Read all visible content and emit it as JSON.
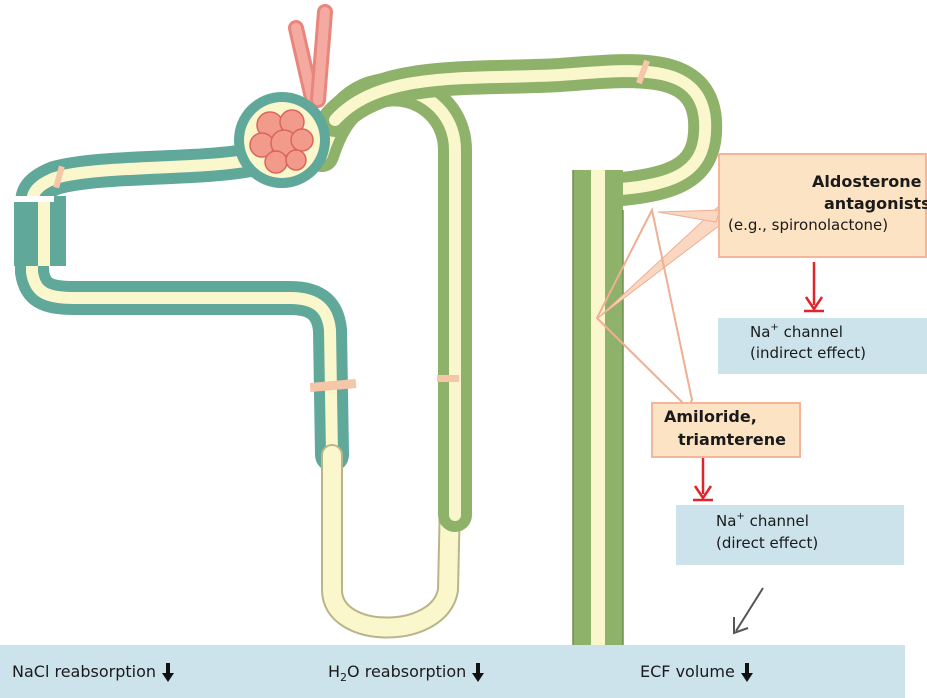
{
  "callouts": {
    "aldosterone": {
      "line1": "Aldosterone",
      "line2": "antagonists",
      "line3": "(e.g., spironolactone)"
    },
    "amiloride": {
      "line1": "Amiloride,",
      "line2": "triamterene"
    },
    "na_indirect": {
      "line1": "Na",
      "sup": "+",
      "line1_rest": " channel",
      "line2": "(indirect effect)"
    },
    "na_direct": {
      "line1": "Na",
      "sup": "+",
      "line1_rest": " channel",
      "line2": "(direct effect)"
    }
  },
  "bottom_bar": {
    "nacl": "NaCl reabsorption",
    "h2o_pre": "H",
    "h2o_sub": "2",
    "h2o_post": "O reabsorption",
    "ecf": "ECF volume"
  },
  "colors": {
    "teal_tubule": "#5fa89a",
    "green_tubule": "#8fb26a",
    "lumen": "#fbf7cd",
    "glomerulus": "#f29a8c",
    "tan_box": "#fbe3c3",
    "blue_box": "#cde3ec",
    "red_arrow": "#e0242a",
    "green_arrow": "#33b84a"
  }
}
